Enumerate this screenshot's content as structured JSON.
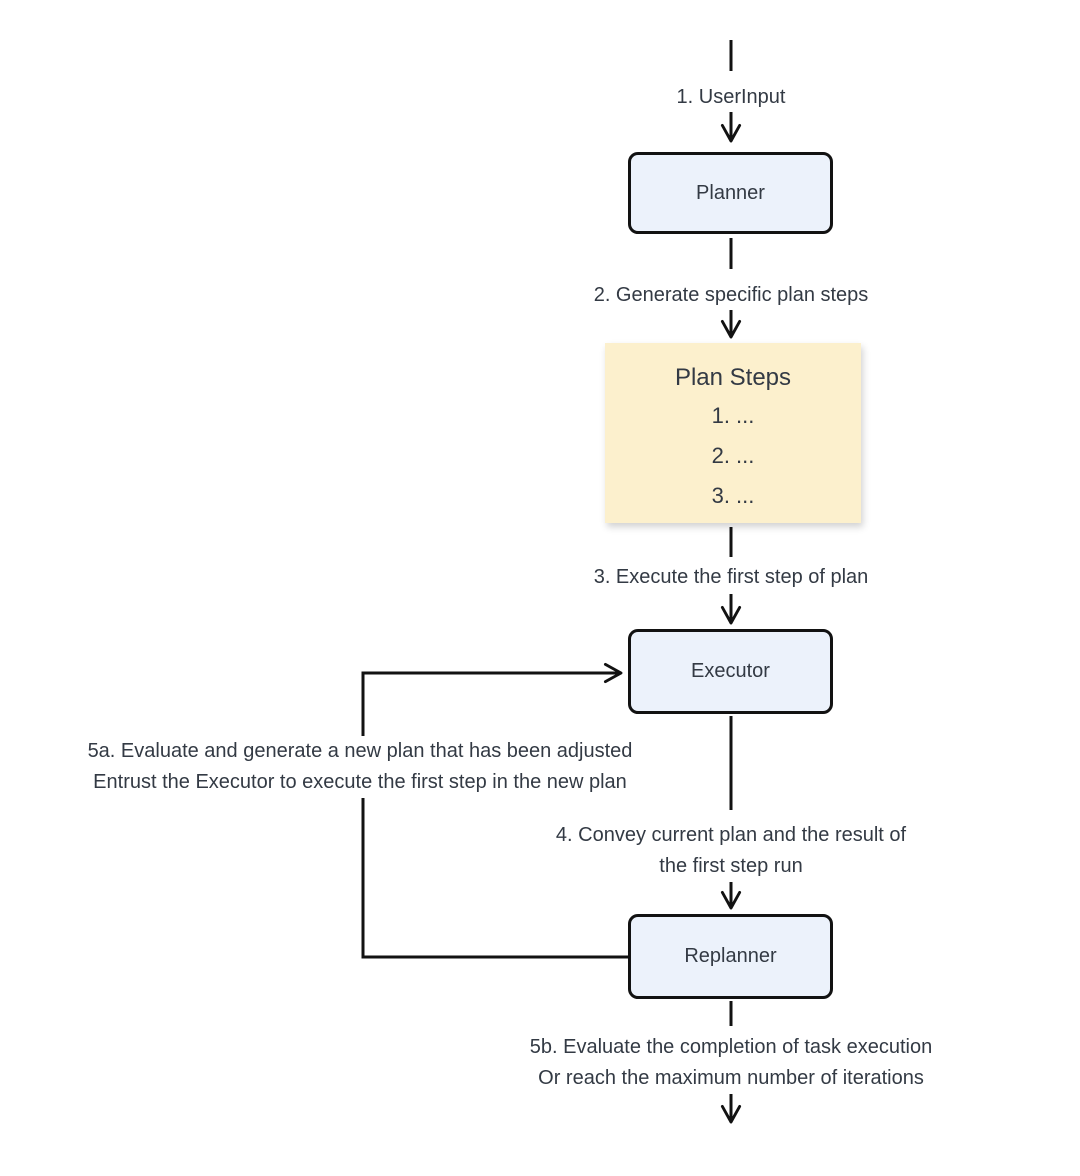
{
  "diagram": {
    "nodes": {
      "planner": {
        "label": "Planner"
      },
      "plan_steps": {
        "title": "Plan Steps",
        "items": [
          "1. ...",
          "2. ...",
          "3. ..."
        ]
      },
      "executor": {
        "label": "Executor"
      },
      "replanner": {
        "label": "Replanner"
      }
    },
    "edges": {
      "user_input": {
        "label": "1. UserInput"
      },
      "generate_plan": {
        "label": "2. Generate specific plan steps"
      },
      "execute_first": {
        "label": "3. Execute the first step of plan"
      },
      "convey_result": {
        "lines": [
          "4. Convey current plan and the result of",
          "the first step run"
        ]
      },
      "replan_loop": {
        "lines": [
          "5a. Evaluate and generate a new plan that has been adjusted",
          "Entrust the Executor to execute the first step in the new plan"
        ]
      },
      "finish": {
        "lines": [
          "5b. Evaluate the completion of task execution",
          "Or reach the maximum number of iterations"
        ]
      }
    },
    "colors": {
      "background": "#ffffff",
      "node_fill": "#ecf2fb",
      "node_border": "#121212",
      "note_fill": "#fcf0cd",
      "text": "#333a44",
      "line": "#121212"
    }
  }
}
